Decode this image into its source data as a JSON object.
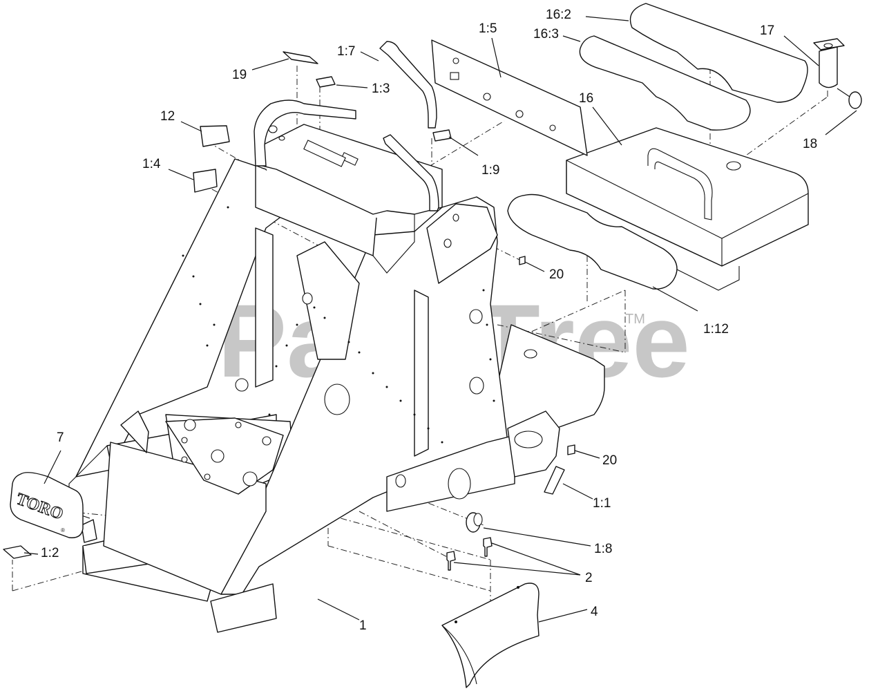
{
  "watermark": {
    "text": "PartsTree",
    "trademark": "TM"
  },
  "logo": {
    "text": "TORO",
    "registered": "®"
  },
  "callouts": [
    {
      "id": "c-19",
      "label": "19"
    },
    {
      "id": "c-1-7",
      "label": "1:7"
    },
    {
      "id": "c-1-5",
      "label": "1:5"
    },
    {
      "id": "c-16-2",
      "label": "16:2"
    },
    {
      "id": "c-16-3",
      "label": "16:3"
    },
    {
      "id": "c-17",
      "label": "17"
    },
    {
      "id": "c-1-3",
      "label": "1:3"
    },
    {
      "id": "c-12",
      "label": "12"
    },
    {
      "id": "c-16",
      "label": "16"
    },
    {
      "id": "c-18",
      "label": "18"
    },
    {
      "id": "c-1-4",
      "label": "1:4"
    },
    {
      "id": "c-1-9",
      "label": "1:9"
    },
    {
      "id": "c-20a",
      "label": "20"
    },
    {
      "id": "c-1-12",
      "label": "1:12"
    },
    {
      "id": "c-7",
      "label": "7"
    },
    {
      "id": "c-20b",
      "label": "20"
    },
    {
      "id": "c-1-1",
      "label": "1:1"
    },
    {
      "id": "c-1-8",
      "label": "1:8"
    },
    {
      "id": "c-1-2",
      "label": "1:2"
    },
    {
      "id": "c-2",
      "label": "2"
    },
    {
      "id": "c-4",
      "label": "4"
    },
    {
      "id": "c-1",
      "label": "1"
    }
  ]
}
